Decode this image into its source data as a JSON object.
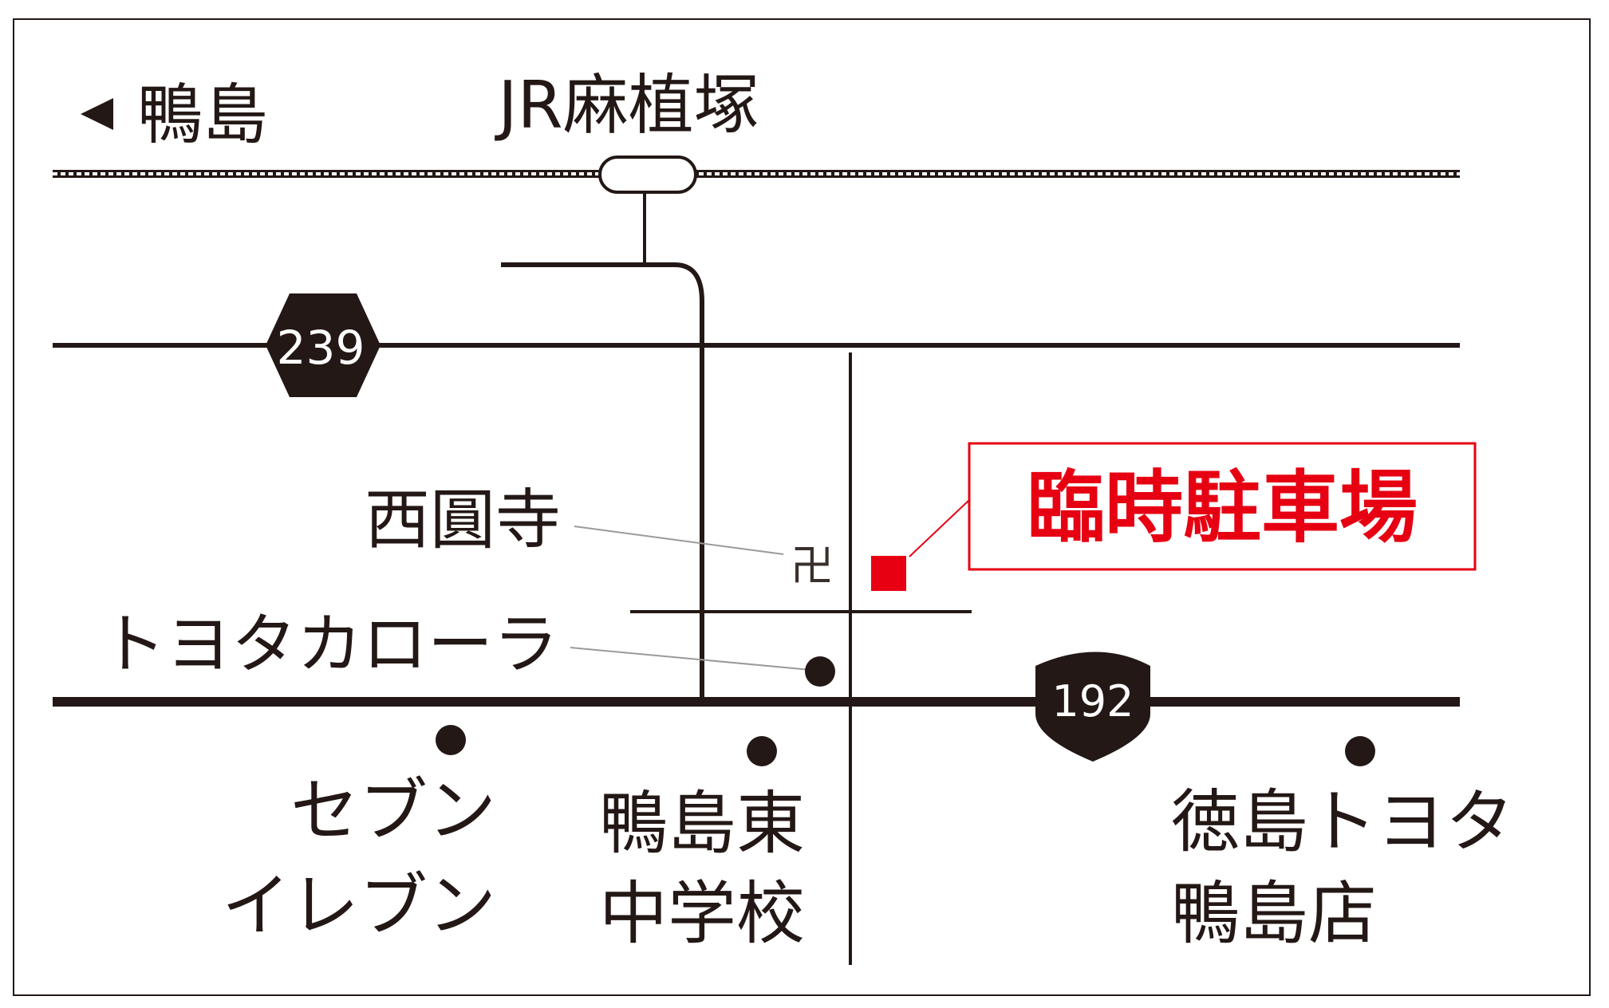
{
  "colors": {
    "ink": "#231815",
    "accent": "#e60012",
    "background": "#ffffff",
    "leader": "#9a9a9a"
  },
  "map": {
    "direction_label": "鴨島",
    "station_label": "JR麻植塚",
    "route_239": "239",
    "route_192": "192",
    "temple_label": "西圓寺",
    "temple_symbol": "卍",
    "toyota_corolla_label": "トヨタカローラ",
    "parking_label": "臨時駐車場",
    "seven_eleven_line1": "セブン",
    "seven_eleven_line2": "イレブン",
    "school_line1": "鴨島東",
    "school_line2": "中学校",
    "tokushima_toyota_line1": "徳島トヨタ",
    "tokushima_toyota_line2": "鴨島店"
  },
  "icons": {
    "direction": "triangle-left-icon",
    "station": "station-capsule-icon",
    "route_239": "hexagon-route-shield-icon",
    "route_192": "national-route-shield-icon",
    "temple": "manji-temple-icon",
    "landmark": "dot-marker-icon",
    "parking": "red-square-marker-icon"
  }
}
